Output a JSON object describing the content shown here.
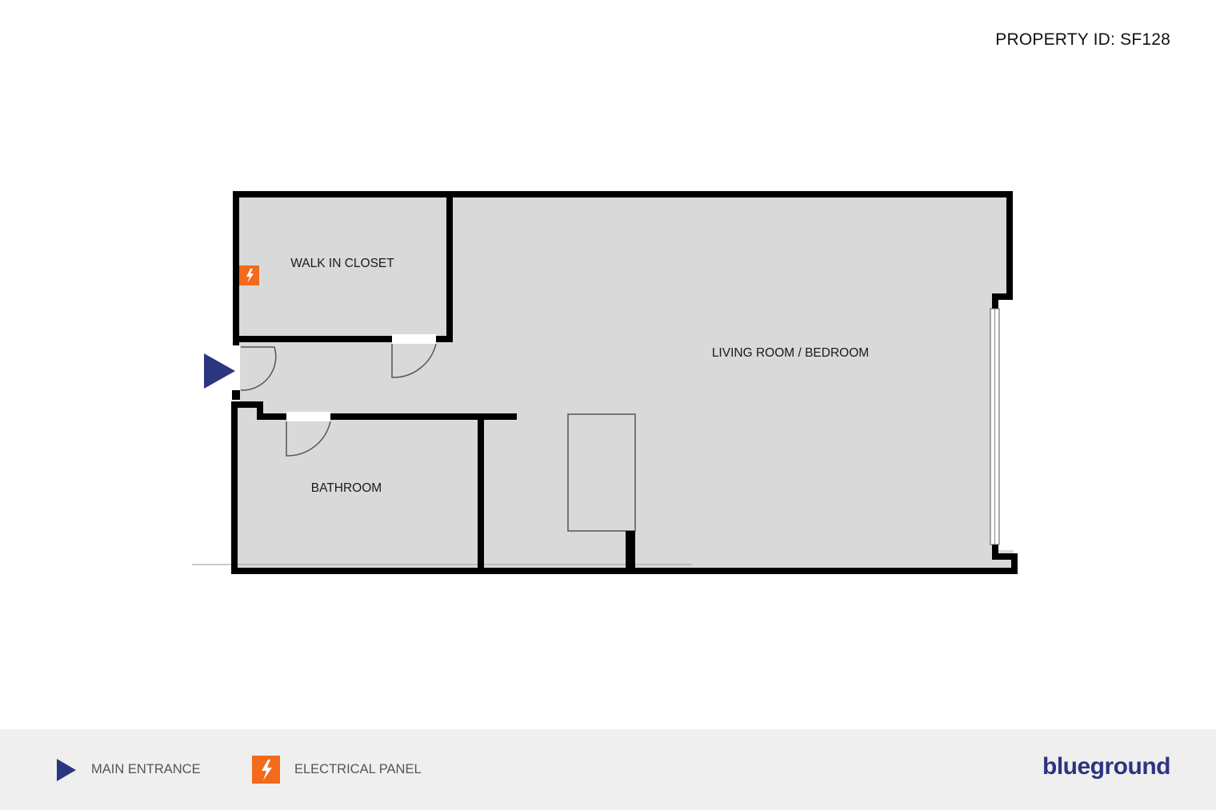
{
  "header": {
    "property_id": "PROPERTY ID: SF128"
  },
  "rooms": {
    "closet": "WALK IN CLOSET",
    "living": "LIVING ROOM / BEDROOM",
    "bathroom": "BATHROOM"
  },
  "legend": {
    "entrance_label": "MAIN ENTRANCE",
    "electrical_label": "ELECTRICAL PANEL",
    "brand": "blueground"
  },
  "colors": {
    "entrance_arrow": "#2b3580",
    "electrical_panel": "#f26a1b",
    "floor": "#d9d9d9",
    "wall": "#000000",
    "legend_bg": "#efefef"
  },
  "icons": {
    "entrance": "main-entrance-arrow-icon",
    "electrical": "electrical-panel-bolt-icon"
  }
}
